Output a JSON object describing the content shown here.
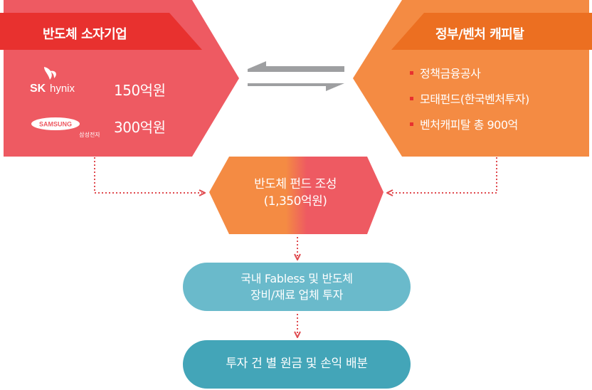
{
  "left_panel": {
    "title": "반도체 소자기업",
    "companies": [
      {
        "logo_text": "SK hynix",
        "logo": "sk-hynix-logo",
        "amount": "150억원"
      },
      {
        "logo_text": "SAMSUNG",
        "logo_sub": "삼성전자",
        "logo": "samsung-logo",
        "amount": "300억원"
      }
    ]
  },
  "right_panel": {
    "title": "정부/벤처 캐피탈",
    "items": [
      "정책금융공사",
      "모태펀드(한국벤처투자)",
      "벤처캐피탈 총 900억"
    ]
  },
  "center": {
    "line1": "반도체 펀드 조성",
    "line2": "(1,350억원)"
  },
  "step2": {
    "line1": "국내 Fabless 및 반도체",
    "line2": "장비/재료 업체 투자"
  },
  "step3": {
    "line1": "투자 건 별 원금 및 손익 배분"
  },
  "colors": {
    "red_panel": "#ee5a62",
    "red_title": "#e8312f",
    "orange_panel": "#f48b43",
    "orange_title": "#ec6f21",
    "teal": "#6abacb",
    "teal_dark": "#43a5b8",
    "gray_arrow": "#9e9fa1",
    "dotted": "#e04a4f"
  },
  "icons": [
    "double-arrow-icon",
    "dotted-arrow-icon",
    "bullet-square-icon"
  ]
}
